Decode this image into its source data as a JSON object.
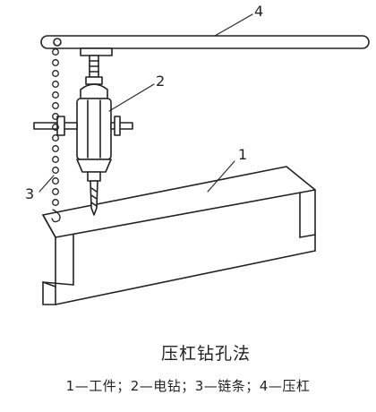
{
  "figure": {
    "callouts": [
      "1",
      "2",
      "3",
      "4"
    ]
  },
  "caption": {
    "title": "压杠钻孔法",
    "legend": "1—工件；2—电钻；3—链条；4—压杠"
  }
}
